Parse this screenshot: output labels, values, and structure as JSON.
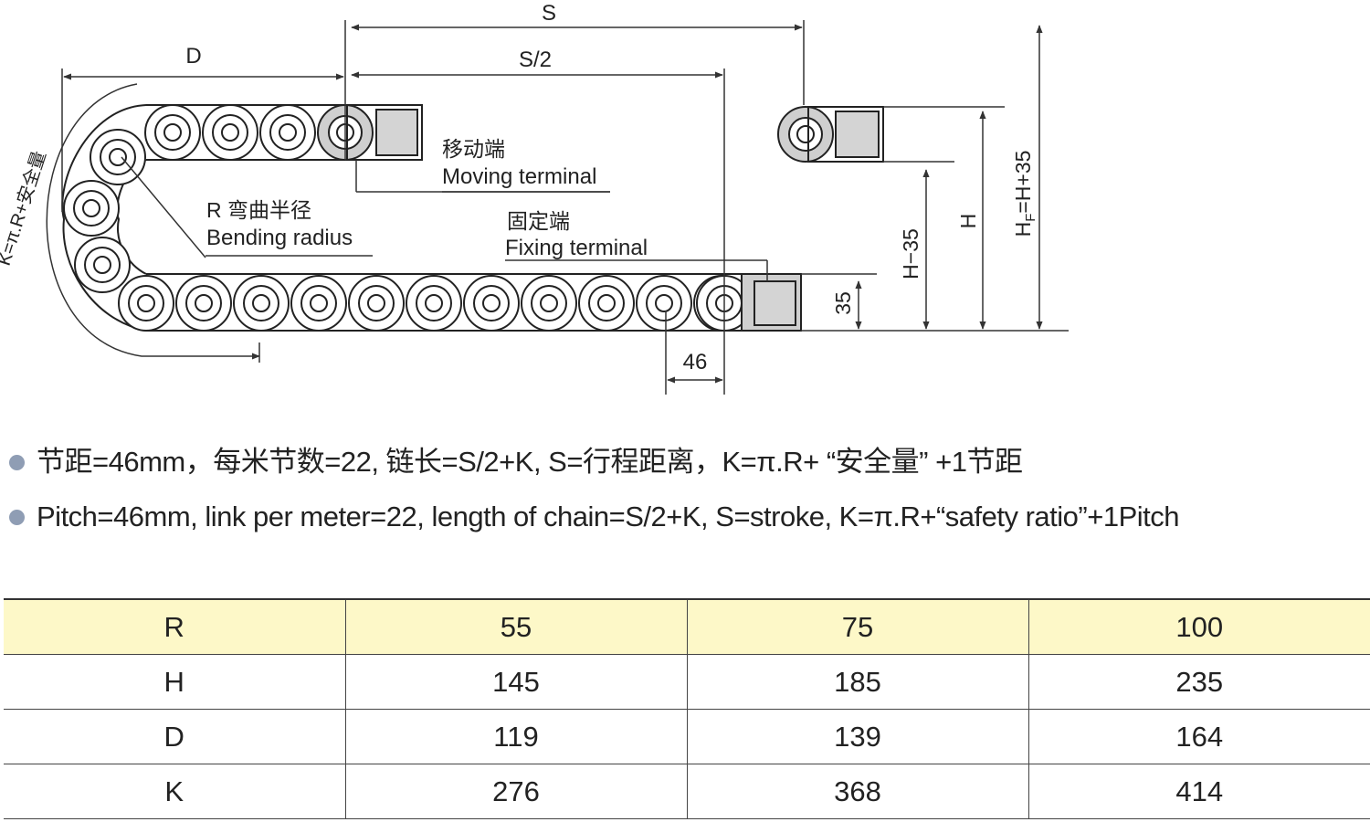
{
  "diagram": {
    "labels": {
      "s": "S",
      "s_half": "S/2",
      "d": "D",
      "moving_cn": "移动端",
      "moving_en": "Moving terminal",
      "radius_cn": "R 弯曲半径",
      "radius_en": "Bending radius",
      "fixing_cn": "固定端",
      "fixing_en": "Fixing terminal",
      "k_formula": "K=π.R+安全量",
      "pitch": "46",
      "dim_35": "35",
      "h_minus_35": "H−35",
      "h": "H",
      "hf_main": "H",
      "hf_sub": "F",
      "hf_rest": "=H+35"
    }
  },
  "notes": {
    "cn": "节距=46mm，每米节数=22, 链长=S/2+K, S=行程距离，K=π.R+ “安全量” +1节距",
    "en": "Pitch=46mm, link per meter=22, length of chain=S/2+K, S=stroke, K=π.R+“safety ratio”+1Pitch"
  },
  "table": {
    "rows": [
      [
        "R",
        "55",
        "75",
        "100"
      ],
      [
        "H",
        "145",
        "185",
        "235"
      ],
      [
        "D",
        "119",
        "139",
        "164"
      ],
      [
        "K",
        "276",
        "368",
        "414"
      ]
    ]
  }
}
